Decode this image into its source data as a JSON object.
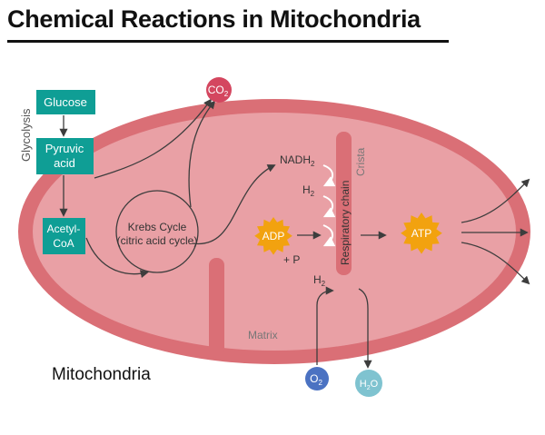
{
  "title": "Chemical Reactions in Mitochondria",
  "labels": {
    "glycolysis": "Glycolysis",
    "glucose": "Glucose",
    "pyruvic_line1": "Pyruvic",
    "pyruvic_line2": "acid",
    "acetyl_line1": "Acetyl-",
    "acetyl_line2": "CoA",
    "krebs_line1": "Krebs Cycle",
    "krebs_line2": "(citric acid cycle)",
    "co2_main": "CO",
    "co2_sub": "2",
    "nadh_main": "NADH",
    "nadh_sub": "2",
    "h2_main": "H",
    "h2_sub": "2",
    "h2_lower_main": "H",
    "h2_lower_sub": "2",
    "crista": "Crista",
    "respiratory_chain": "Respiratory chain",
    "adp": "ADP",
    "plus_p": "+ P",
    "atp": "ATP",
    "matrix": "Matrix",
    "o2_main": "O",
    "o2_sub": "2",
    "h2o_h": "H",
    "h2o_sub": "2",
    "h2o_o": "O",
    "mitochondria": "Mitochondria"
  },
  "colors": {
    "outer_membrane": "#da6f76",
    "matrix_fill": "#e9a0a5",
    "teal_box": "#0f9e95",
    "co2_circle": "#d4465f",
    "o2_circle": "#4b72c2",
    "h2o_circle": "#7fc3d0",
    "star": "#f2a20f",
    "arrow": "#3d3d3d",
    "text_dark": "#3a3a3a",
    "text_gray": "#777777"
  }
}
